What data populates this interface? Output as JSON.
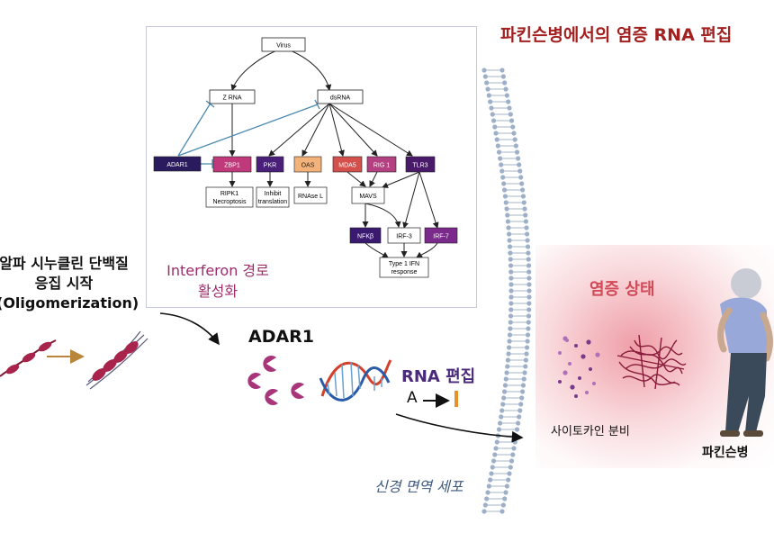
{
  "title": "파킨슨병에서의 염증 RNA 편집",
  "left_caption": {
    "line1": "알파 시누클린 단백질",
    "line2": "응집 시작",
    "line3": "(Oligomerization)"
  },
  "interferon_label": {
    "line1": "Interferon 경로",
    "line2": "활성화"
  },
  "pathway": {
    "virus": "Virus",
    "z_rna": "Z RNA",
    "dsrna": "dsRNA",
    "adar1": "ADAR1",
    "zbp1": "ZBP1",
    "pkr": "PKR",
    "oas": "OAS",
    "mda5": "MDA5",
    "rig1": "RIG 1",
    "tlr3": "TLR3",
    "ripk1_a": "RIPK1",
    "ripk1_b": "Necroptosis",
    "inhibit_a": "Inhibit",
    "inhibit_b": "translation",
    "rnase": "RNAse L",
    "mavs": "MAVS",
    "nfkb": "NFKβ",
    "irf3": "IRF-3",
    "irf7": "IRF-7",
    "type1_a": "Type 1 IFN",
    "type1_b": "response"
  },
  "adar_label": "ADAR1",
  "rna_edit_label": "RNA 편집",
  "a_letter": "A",
  "inflammation_label": "염증 상태",
  "cytokine_label": "사이토카인 분비",
  "parkinson_label": "파킨슨병",
  "neuron_label": "신경 면역 세포",
  "colors": {
    "title": "#a32020",
    "adar1_node": "#2a1a5e",
    "zbp1_node": "#c0397a",
    "pkr_node": "#4a1f7a",
    "oas_node": "#f2b27a",
    "mda5_node": "#d4504c",
    "rig1_node": "#b34080",
    "tlr3_node": "#4a1a6a",
    "nfkb_node": "#3a1a70",
    "irf7_node": "#7a2a8a",
    "inhibit_line": "#4a8ab0",
    "protein": "#a8244c",
    "pacman": "#a8357a",
    "inflammation_glow": "#e24e5f"
  }
}
